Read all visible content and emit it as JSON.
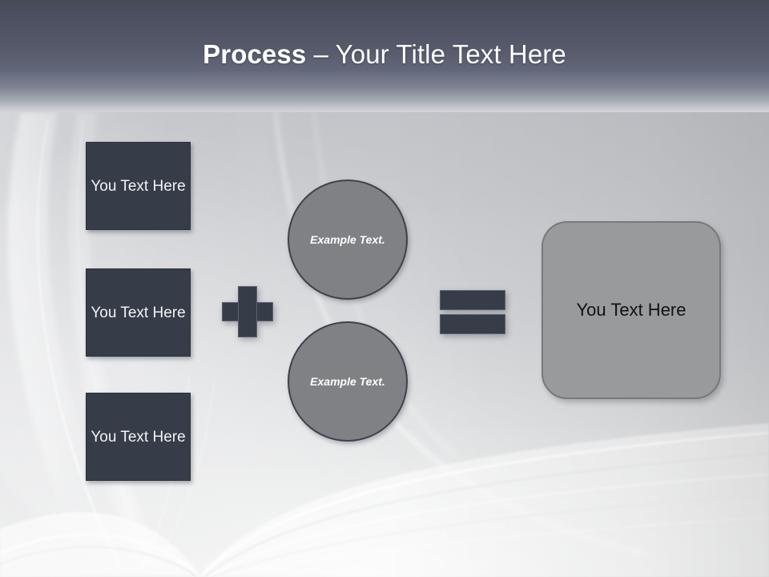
{
  "slide": {
    "title_bold": "Process",
    "title_rest": " – Your Title Text Here",
    "background": "open-book-photo",
    "header_color": "#4c5061",
    "accent_dark": "#373c49",
    "accent_gray": "#808184",
    "result_gray": "#989a9c"
  },
  "inputs": [
    {
      "label": "You Text Here"
    },
    {
      "label": "You Text Here"
    },
    {
      "label": "You Text Here"
    }
  ],
  "operators": {
    "plus": "+",
    "equals": "="
  },
  "circles": [
    {
      "label": "Example Text."
    },
    {
      "label": "Example Text."
    }
  ],
  "result": {
    "label": "You Text Here"
  }
}
